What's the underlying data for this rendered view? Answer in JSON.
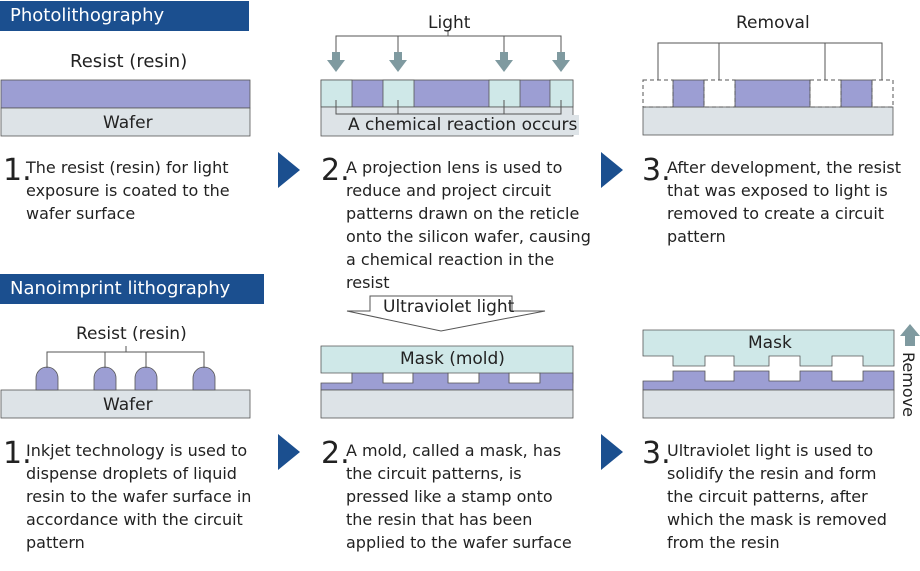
{
  "photolithography": {
    "title": "Photolithography",
    "resist_label": "Resist (resin)",
    "wafer_label": "Wafer",
    "light_label": "Light",
    "reaction_label": "A chemical reaction occurs",
    "removal_label": "Removal",
    "steps": [
      {
        "number": "1.",
        "text": "The resist (resin) for light exposure is coated to the wafer surface"
      },
      {
        "number": "2.",
        "text": "A projection lens is used to reduce and project circuit patterns drawn on the reticle onto the silicon wafer, causing a chemical reaction in the resist"
      },
      {
        "number": "3.",
        "text": "After development, the resist that was exposed to light is removed to create a circuit pattern"
      }
    ]
  },
  "nanoimprint": {
    "title": "Nanoimprint lithography",
    "resist_label": "Resist (resin)",
    "wafer_label": "Wafer",
    "uv_label": "Ultraviolet light",
    "mask_mold_label": "Mask (mold)",
    "mask_label": "Mask",
    "remove_label": "Remove",
    "steps": [
      {
        "number": "1.",
        "text": "Inkjet technology is used to dispense droplets of liquid resin to the wafer surface in accordance with the circuit pattern"
      },
      {
        "number": "2.",
        "text": "A mold, called a mask, has the circuit patterns, is pressed like a stamp onto the resin that has been applied to the wafer surface"
      },
      {
        "number": "3.",
        "text": "Ultraviolet light is used to solidify the resin and form the circuit patterns, after which the mask is removed from the resin"
      }
    ]
  },
  "colors": {
    "header_bg": "#1b4f8f",
    "resist": "#9c9ed3",
    "wafer": "#dde3e7",
    "mask": "#cfe8e8",
    "arrow_gray": "#7f9aa0",
    "step_arrow": "#1b4f8f"
  }
}
